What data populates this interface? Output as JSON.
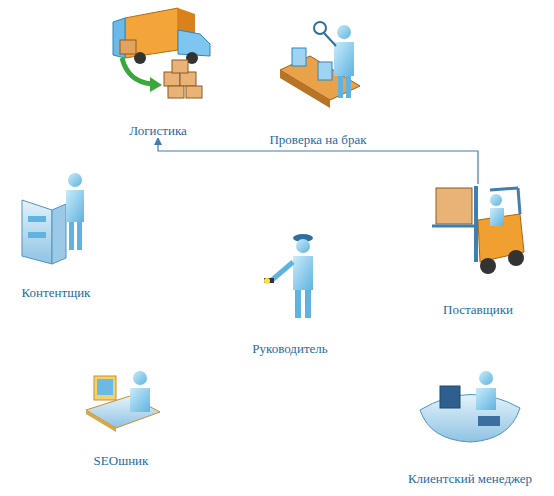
{
  "diagram": {
    "nodes": [
      {
        "text": [
          "Логистика"
        ]
      },
      {
        "text": [
          "Проверка на брак"
        ]
      },
      {
        "text": [
          "Контентщик"
        ]
      },
      {
        "text": [
          "Руководитель"
        ]
      },
      {
        "text": [
          "Поставщики"
        ]
      },
      {
        "text": [
          "SEOшник"
        ]
      },
      {
        "text": [
          "Клиентский менеджер"
        ]
      }
    ],
    "edges": [
      {
        "from": 4,
        "to": 0,
        "arrow": "to"
      }
    ]
  }
}
